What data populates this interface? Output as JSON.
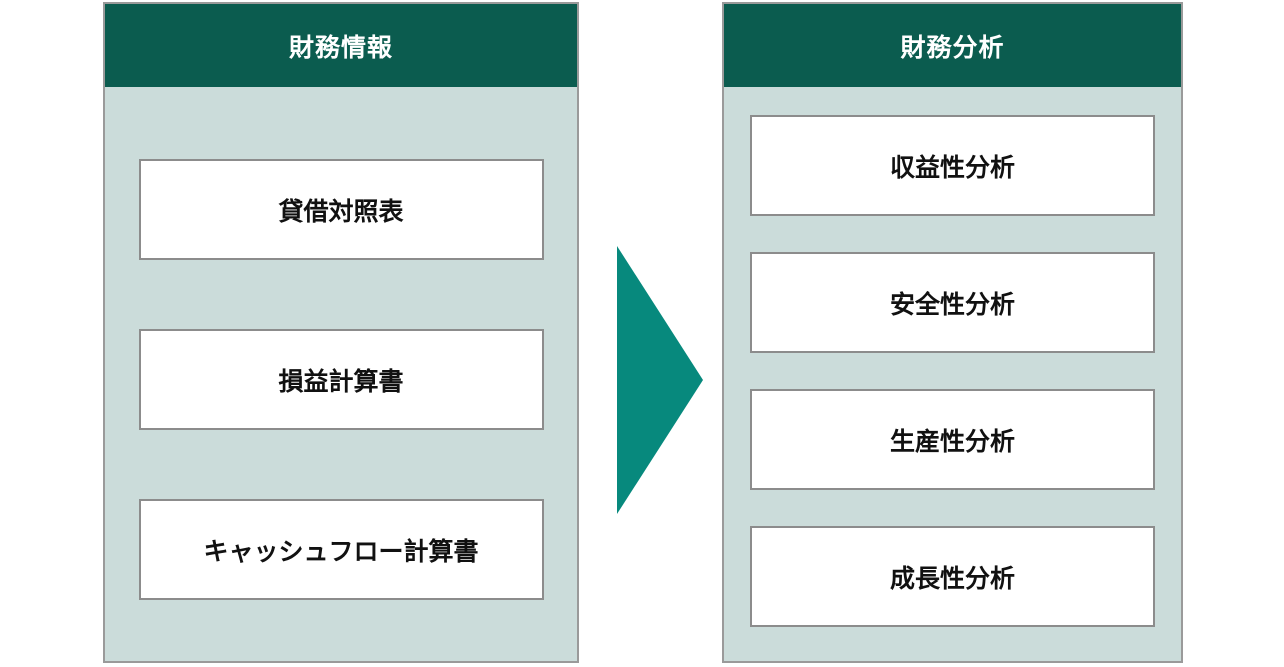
{
  "diagram": {
    "title_left": "財務情報",
    "title_right": "財務分析",
    "colors": {
      "header_bg": "#0b5c4f",
      "panel_bg": "#cbdcda",
      "arrow": "#07897d",
      "box_border": "#8c8c8c",
      "panel_border": "#9a9a9a",
      "box_bg": "#ffffff",
      "header_text": "#ffffff",
      "box_text": "#111111"
    },
    "arrow": {
      "icon": "right-triangle-arrow-icon",
      "direction": "right"
    },
    "left_panel": {
      "header": "財務情報",
      "items": [
        {
          "label": "貸借対照表"
        },
        {
          "label": "損益計算書"
        },
        {
          "label": "キャッシュフロー計算書"
        }
      ]
    },
    "right_panel": {
      "header": "財務分析",
      "items": [
        {
          "label": "収益性分析"
        },
        {
          "label": "安全性分析"
        },
        {
          "label": "生産性分析"
        },
        {
          "label": "成長性分析"
        }
      ]
    }
  }
}
